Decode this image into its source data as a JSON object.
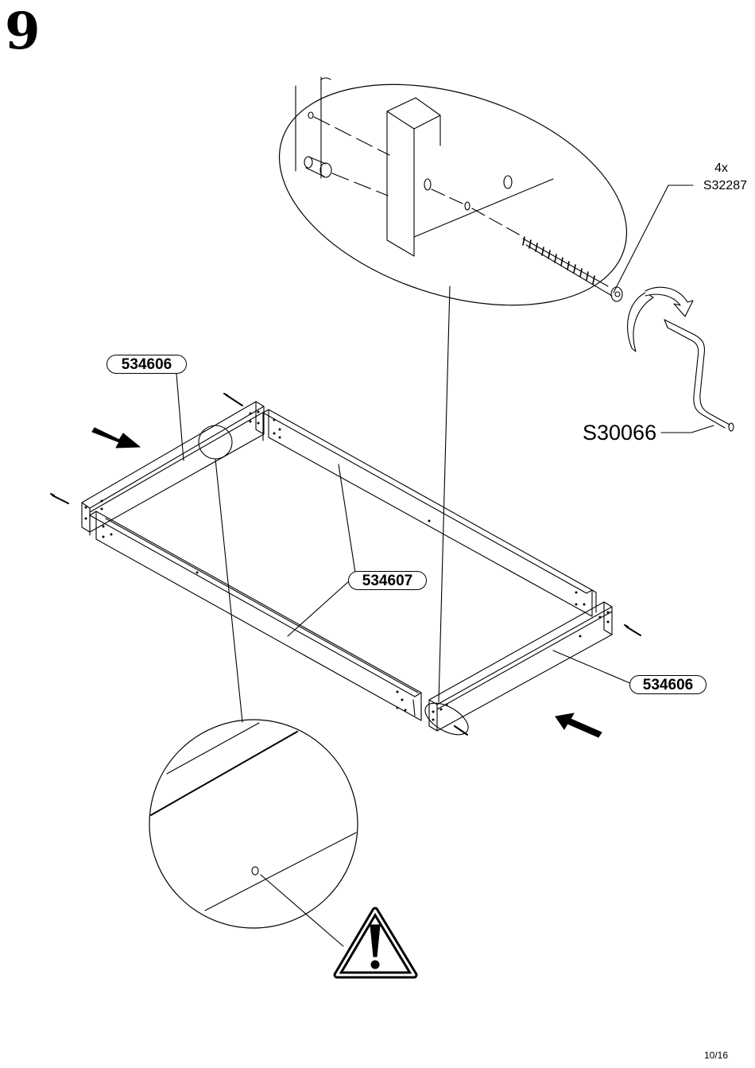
{
  "step": {
    "number": "9"
  },
  "page": {
    "indicator": "10/16"
  },
  "parts": {
    "rail_left_code": "534606",
    "rail_long_code": "534607",
    "rail_right_code": "534606"
  },
  "hardware": {
    "screw_quantity": "4x",
    "screw_code": "S32287",
    "tool_code": "S30066"
  },
  "icons": {
    "warning": "warning-triangle-icon",
    "arrow": "arrow-icon"
  }
}
